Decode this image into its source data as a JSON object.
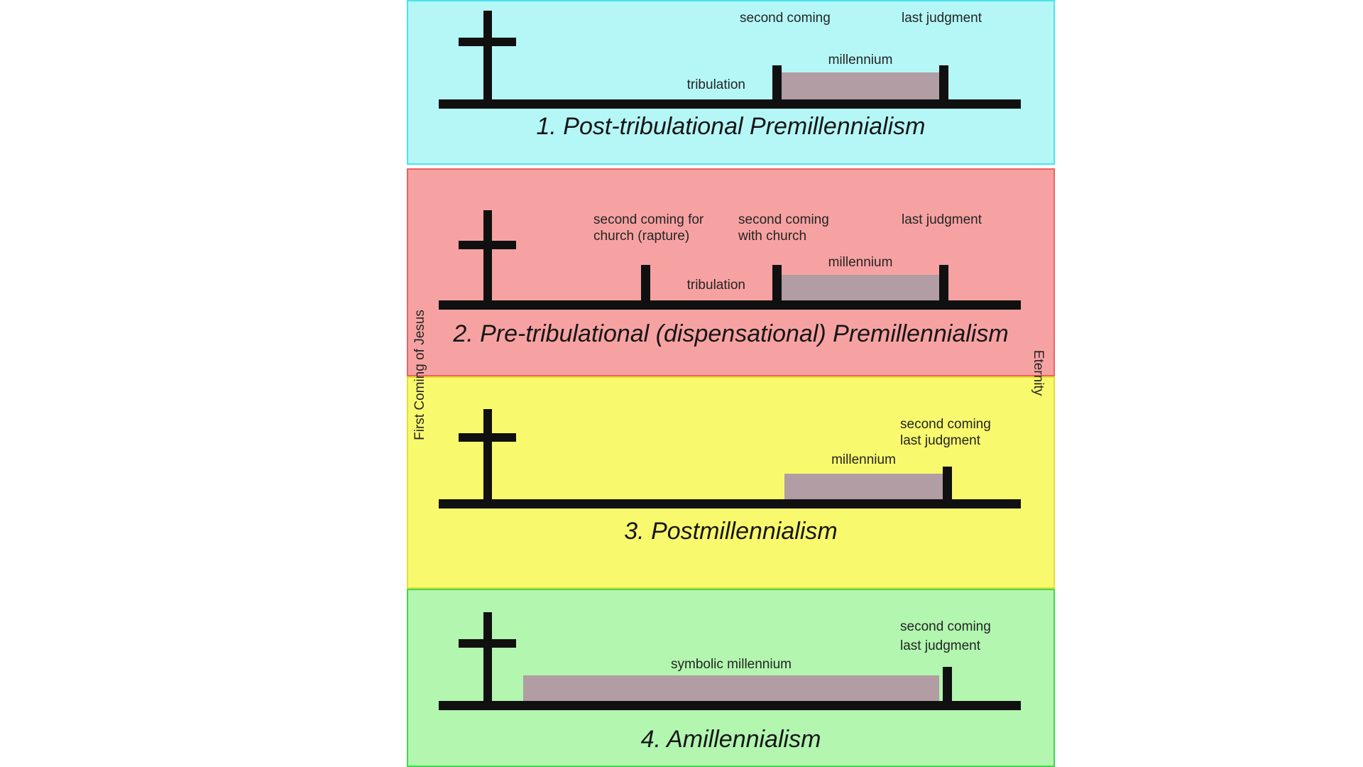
{
  "diagram": {
    "name": "Four views of the millennium timeline diagram",
    "left_axis_label": "First Coming of Jesus",
    "right_axis_label": "Eternity",
    "colors": {
      "panel1_bg": "#b5f7f7",
      "panel2_bg": "#f7a2a2",
      "panel3_bg": "#f9f96e",
      "panel4_bg": "#b2f6b0",
      "millennium_bar": "#b19da3",
      "line": "#101010"
    },
    "panels": [
      {
        "title": "1. Post-tribulational Premillennialism",
        "labels": {
          "second_coming": "second coming",
          "last_judgment": "last judgment",
          "millennium": "millennium",
          "tribulation": "tribulation"
        }
      },
      {
        "title": "2. Pre-tribulational (dispensational) Premillennialism",
        "labels": {
          "rapture_line1": "second coming for",
          "rapture_line2": "church (rapture)",
          "second_line1": "second coming",
          "second_line2": "with church",
          "last_judgment": "last judgment",
          "millennium": "millennium",
          "tribulation": "tribulation"
        }
      },
      {
        "title": "3. Postmillennialism",
        "labels": {
          "second_coming": "second coming",
          "last_judgment": "last judgment",
          "millennium": "millennium"
        }
      },
      {
        "title": "4. Amillennialism",
        "labels": {
          "second_coming": "second coming",
          "last_judgment": "last judgment",
          "millennium": "symbolic millennium"
        }
      }
    ]
  }
}
